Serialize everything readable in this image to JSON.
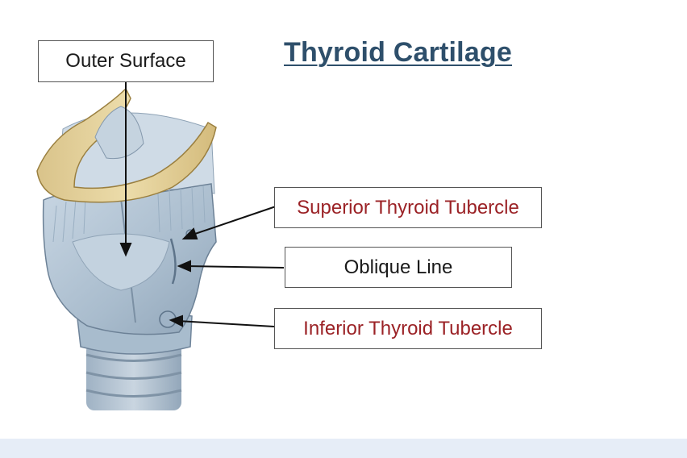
{
  "title": "Thyroid Cartilage",
  "labels": {
    "outer_surface": "Outer Surface",
    "superior_thyroid_tubercle": "Superior Thyroid Tubercle",
    "oblique_line": "Oblique Line",
    "inferior_thyroid_tubercle": "Inferior Thyroid Tubercle"
  },
  "colors": {
    "title": "#2e4f6b",
    "black_label": "#1a1a1a",
    "red_label": "#9b2226",
    "cartilage": "#b8c9d8",
    "hyoid_bone": "#e0cc96",
    "footer_bar": "#e6edf7"
  }
}
